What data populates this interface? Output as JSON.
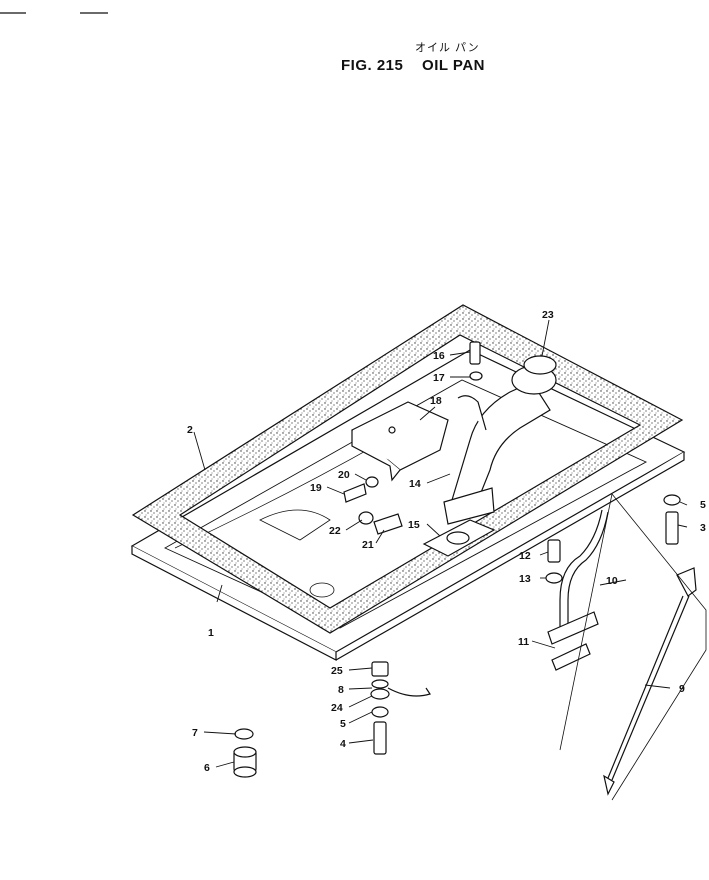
{
  "figure": {
    "subtitle_jp": "オイル パン",
    "number": "FIG. 215",
    "name": "OIL PAN"
  },
  "parts": [
    {
      "id": "label-1",
      "text": "1"
    },
    {
      "id": "label-2",
      "text": "2"
    },
    {
      "id": "label-3",
      "text": "3"
    },
    {
      "id": "label-4",
      "text": "4"
    },
    {
      "id": "label-5a",
      "text": "5"
    },
    {
      "id": "label-5b",
      "text": "5"
    },
    {
      "id": "label-6",
      "text": "6"
    },
    {
      "id": "label-7",
      "text": "7"
    },
    {
      "id": "label-8",
      "text": "8"
    },
    {
      "id": "label-9",
      "text": "9"
    },
    {
      "id": "label-10",
      "text": "10"
    },
    {
      "id": "label-11",
      "text": "11"
    },
    {
      "id": "label-12",
      "text": "12"
    },
    {
      "id": "label-13",
      "text": "13"
    },
    {
      "id": "label-14",
      "text": "14"
    },
    {
      "id": "label-15",
      "text": "15"
    },
    {
      "id": "label-16",
      "text": "16"
    },
    {
      "id": "label-17",
      "text": "17"
    },
    {
      "id": "label-18",
      "text": "18"
    },
    {
      "id": "label-19",
      "text": "19"
    },
    {
      "id": "label-20",
      "text": "20"
    },
    {
      "id": "label-21",
      "text": "21"
    },
    {
      "id": "label-22",
      "text": "22"
    },
    {
      "id": "label-23",
      "text": "23"
    },
    {
      "id": "label-24",
      "text": "24"
    },
    {
      "id": "label-25",
      "text": "25"
    }
  ]
}
